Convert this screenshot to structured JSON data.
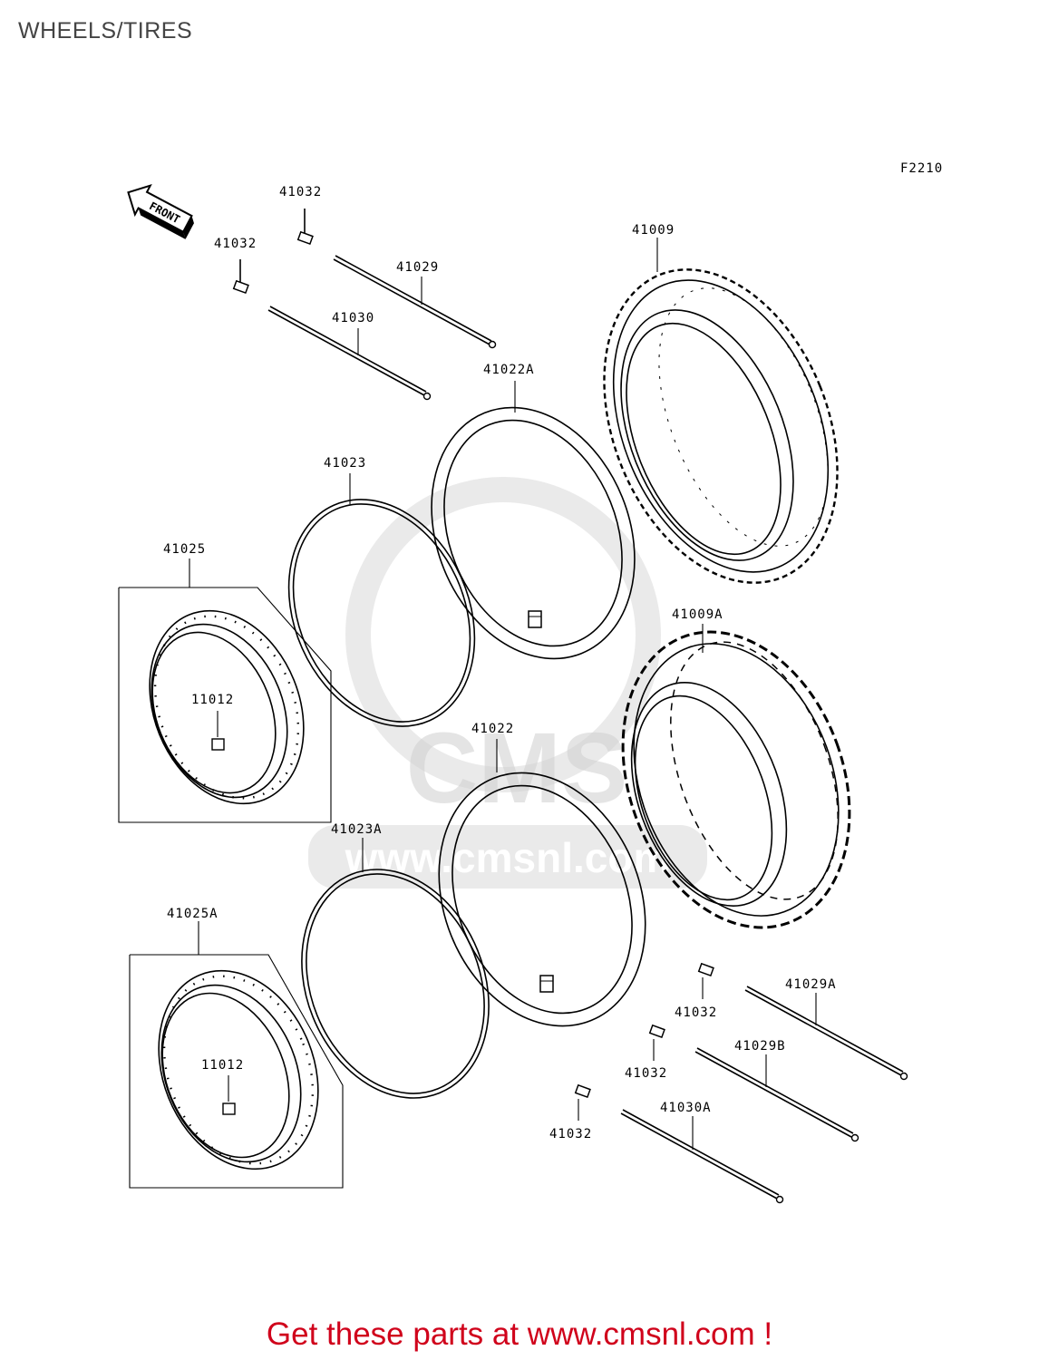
{
  "page": {
    "title": "WHEELS/TIRES"
  },
  "figure_code": "F2210",
  "front_marker": "FRONT",
  "watermark": {
    "text": "www.cmsnl.com",
    "logo": "CMS"
  },
  "callouts": {
    "spoke_nipple_a": "41032",
    "spoke_nipple_b": "41032",
    "spoke_inner": "41029",
    "spoke_outer": "41030",
    "front_tire": "41009",
    "front_tube": "41022A",
    "front_rim_band": "41023",
    "front_rim": "41025",
    "front_rim_valve": "11012",
    "rear_tire": "41009A",
    "rear_tube": "41022",
    "rear_rim_band": "41023A",
    "rear_rim": "41025A",
    "rear_rim_valve": "11012",
    "rear_spoke_inner_a": "41029A",
    "rear_nipple_a": "41032",
    "rear_spoke_inner_b": "41029B",
    "rear_nipple_b": "41032",
    "rear_spoke_outer": "41030A",
    "rear_nipple_c": "41032"
  },
  "footer": {
    "cta": "Get these parts at www.cmsnl.com !"
  },
  "colors": {
    "cta": "#d0021b",
    "title": "#444444",
    "line": "#000000",
    "watermark": "#d8d8d8"
  }
}
